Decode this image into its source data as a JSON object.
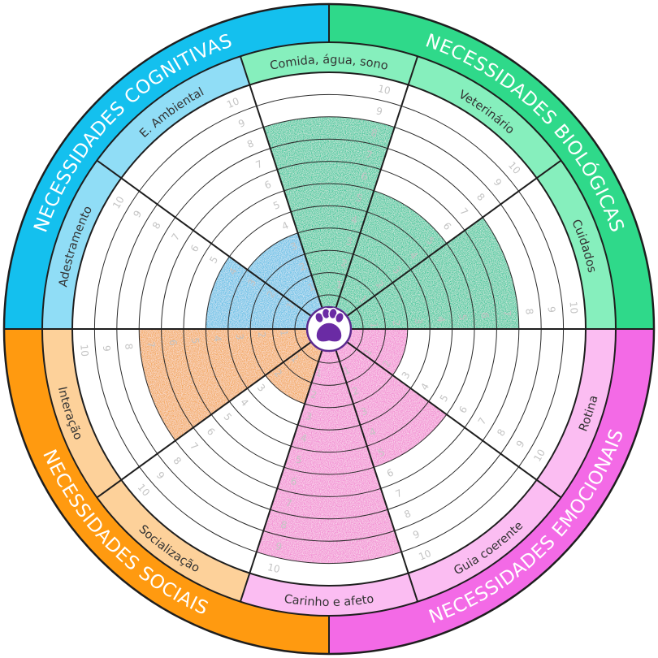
{
  "max_level": 10,
  "quadrants": [
    {
      "key": "biologicas",
      "label": "NECESSIDADES BIOLÓGICAS",
      "color": "#2fd98a",
      "light": "#86efbd",
      "fill": "#3fc79c"
    },
    {
      "key": "emocionais",
      "label": "NECESSIDADES EMOCIONAIS",
      "color": "#f36ae6",
      "light": "#fbbdf2",
      "fill": "#f28ad2"
    },
    {
      "key": "sociais",
      "label": "NECESSIDADES SOCIAIS",
      "color": "#ff9a10",
      "light": "#fdd19a",
      "fill": "#f3a65a"
    },
    {
      "key": "cognitivas",
      "label": "NECESSIDADES COGNITIVAS",
      "color": "#14c0ee",
      "light": "#90ddf6",
      "fill": "#63bfe6"
    }
  ],
  "segments": [
    {
      "label": "Comida, água, sono",
      "quadrant": 0,
      "level": 8
    },
    {
      "label": "Veterinário",
      "quadrant": 0,
      "level": 5
    },
    {
      "label": "Cuidados",
      "quadrant": 0,
      "level": 7
    },
    {
      "label": "Rotina",
      "quadrant": 1,
      "level": 2
    },
    {
      "label": "Guia coerente",
      "quadrant": 1,
      "level": 5
    },
    {
      "label": "Carinho e afeto",
      "quadrant": 1,
      "level": 9
    },
    {
      "label": "Socialização",
      "quadrant": 2,
      "level": 2
    },
    {
      "label": "Interação",
      "quadrant": 2,
      "level": 7
    },
    {
      "label": "Adestramento",
      "quadrant": 3,
      "level": 4
    },
    {
      "label": "E. Ambiental",
      "quadrant": 3,
      "level": 3
    }
  ],
  "center_icon": "paw-icon"
}
